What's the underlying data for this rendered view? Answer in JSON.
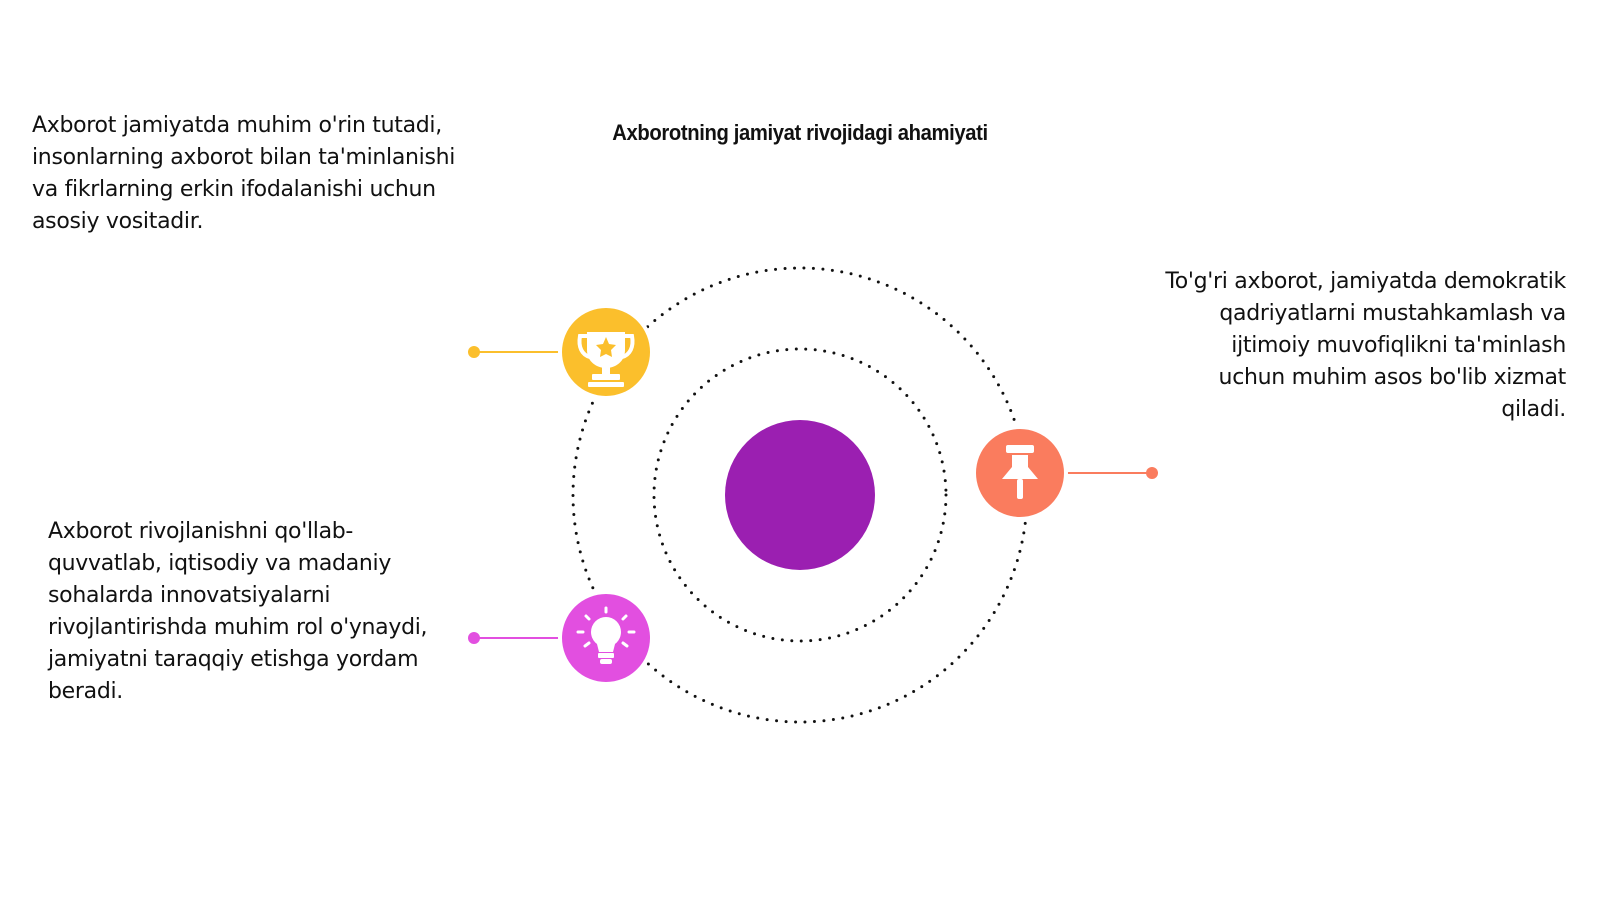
{
  "title": "Axborotning jamiyat rivojidagi ahamiyati",
  "items": [
    {
      "text": "Axborot jamiyatda muhim o'rin tutadi, insonlarning axborot bilan ta'minlanishi va fikrlarning erkin ifodalanishi uchun asosiy vositadir.",
      "icon": "trophy-icon",
      "color": "#FBBF2C"
    },
    {
      "text": "To'g'ri axborot, jamiyatda demokratik qadriyatlarni mustahkamlash va ijtimoiy muvofiqlikni ta'minlash uchun muhim asos bo'lib xizmat qiladi.",
      "icon": "pushpin-icon",
      "color": "#FA7C5E"
    },
    {
      "text": "Axborot rivojlanishni qo'llab-quvvatlab, iqtisodiy va madaniy sohalarda innovatsiyalarni rivojlantirishda muhim rol o'ynaydi, jamiyatni taraqqiy etishga yordam beradi.",
      "icon": "lightbulb-icon",
      "color": "#E24FE0"
    }
  ],
  "center_color": "#9B1FB1"
}
